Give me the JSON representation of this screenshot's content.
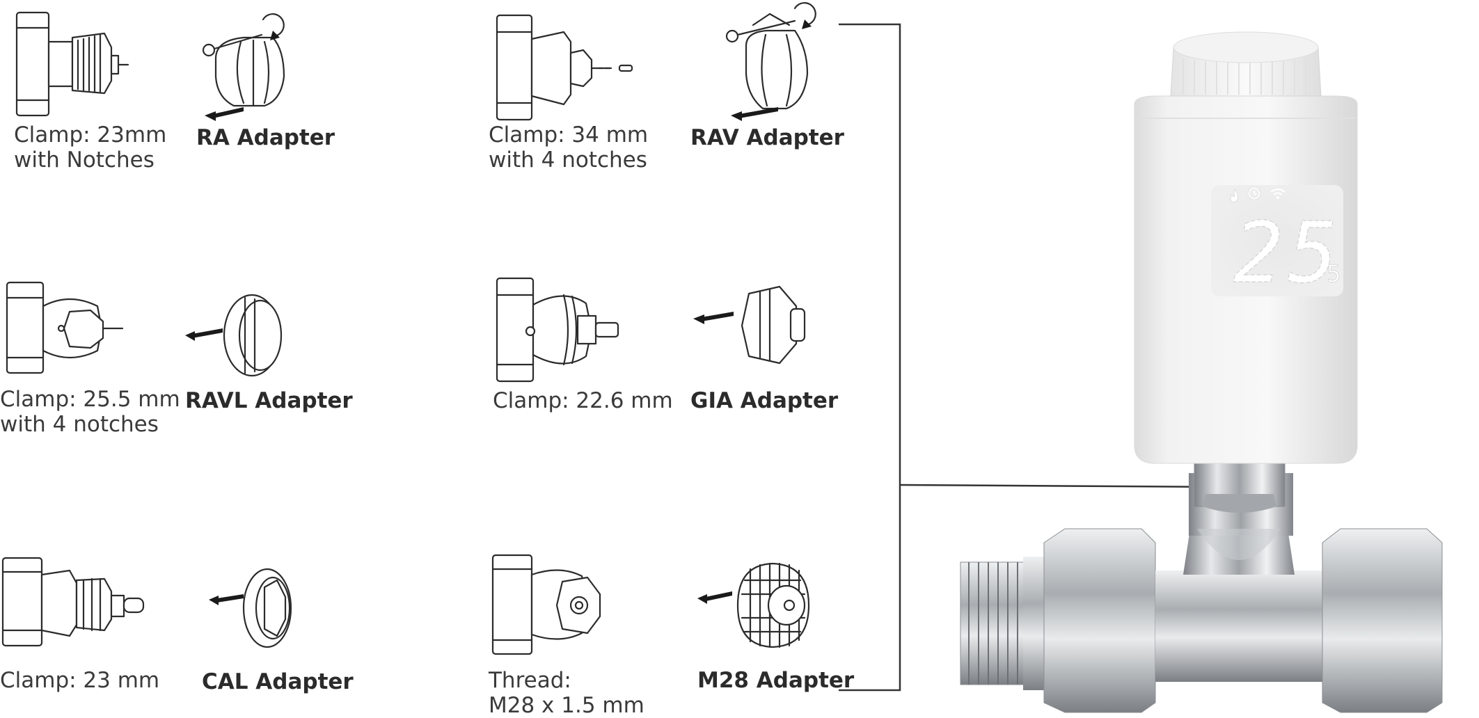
{
  "valves": [
    {
      "id": "ra",
      "clamp_lines": [
        "Clamp: 23mm",
        "with Notches"
      ],
      "adapter": "RA Adapter"
    },
    {
      "id": "rav",
      "clamp_lines": [
        "Clamp: 34 mm",
        "with 4 notches"
      ],
      "adapter": "RAV Adapter"
    },
    {
      "id": "ravl",
      "clamp_lines": [
        "Clamp: 25.5 mm",
        "with 4 notches"
      ],
      "adapter": "RAVL Adapter"
    },
    {
      "id": "gia",
      "clamp_lines": [
        "Clamp: 22.6 mm"
      ],
      "adapter": "GIA Adapter"
    },
    {
      "id": "cal",
      "clamp_lines": [
        "Clamp: 23 mm"
      ],
      "adapter": "CAL Adapter"
    },
    {
      "id": "m28",
      "clamp_lines": [
        "Thread:",
        "M28 x 1.5 mm"
      ],
      "adapter": "M28 Adapter"
    }
  ],
  "thermostat": {
    "display_temp": "25",
    "display_decimal": "5",
    "display_icons": [
      "flame-icon",
      "clock-icon",
      "wifi-icon"
    ]
  },
  "colors": {
    "line": "#2b2b2b",
    "body_white": "#f1f1f1",
    "chrome": "#b8bcc0",
    "display_dots": "#ffffff"
  }
}
